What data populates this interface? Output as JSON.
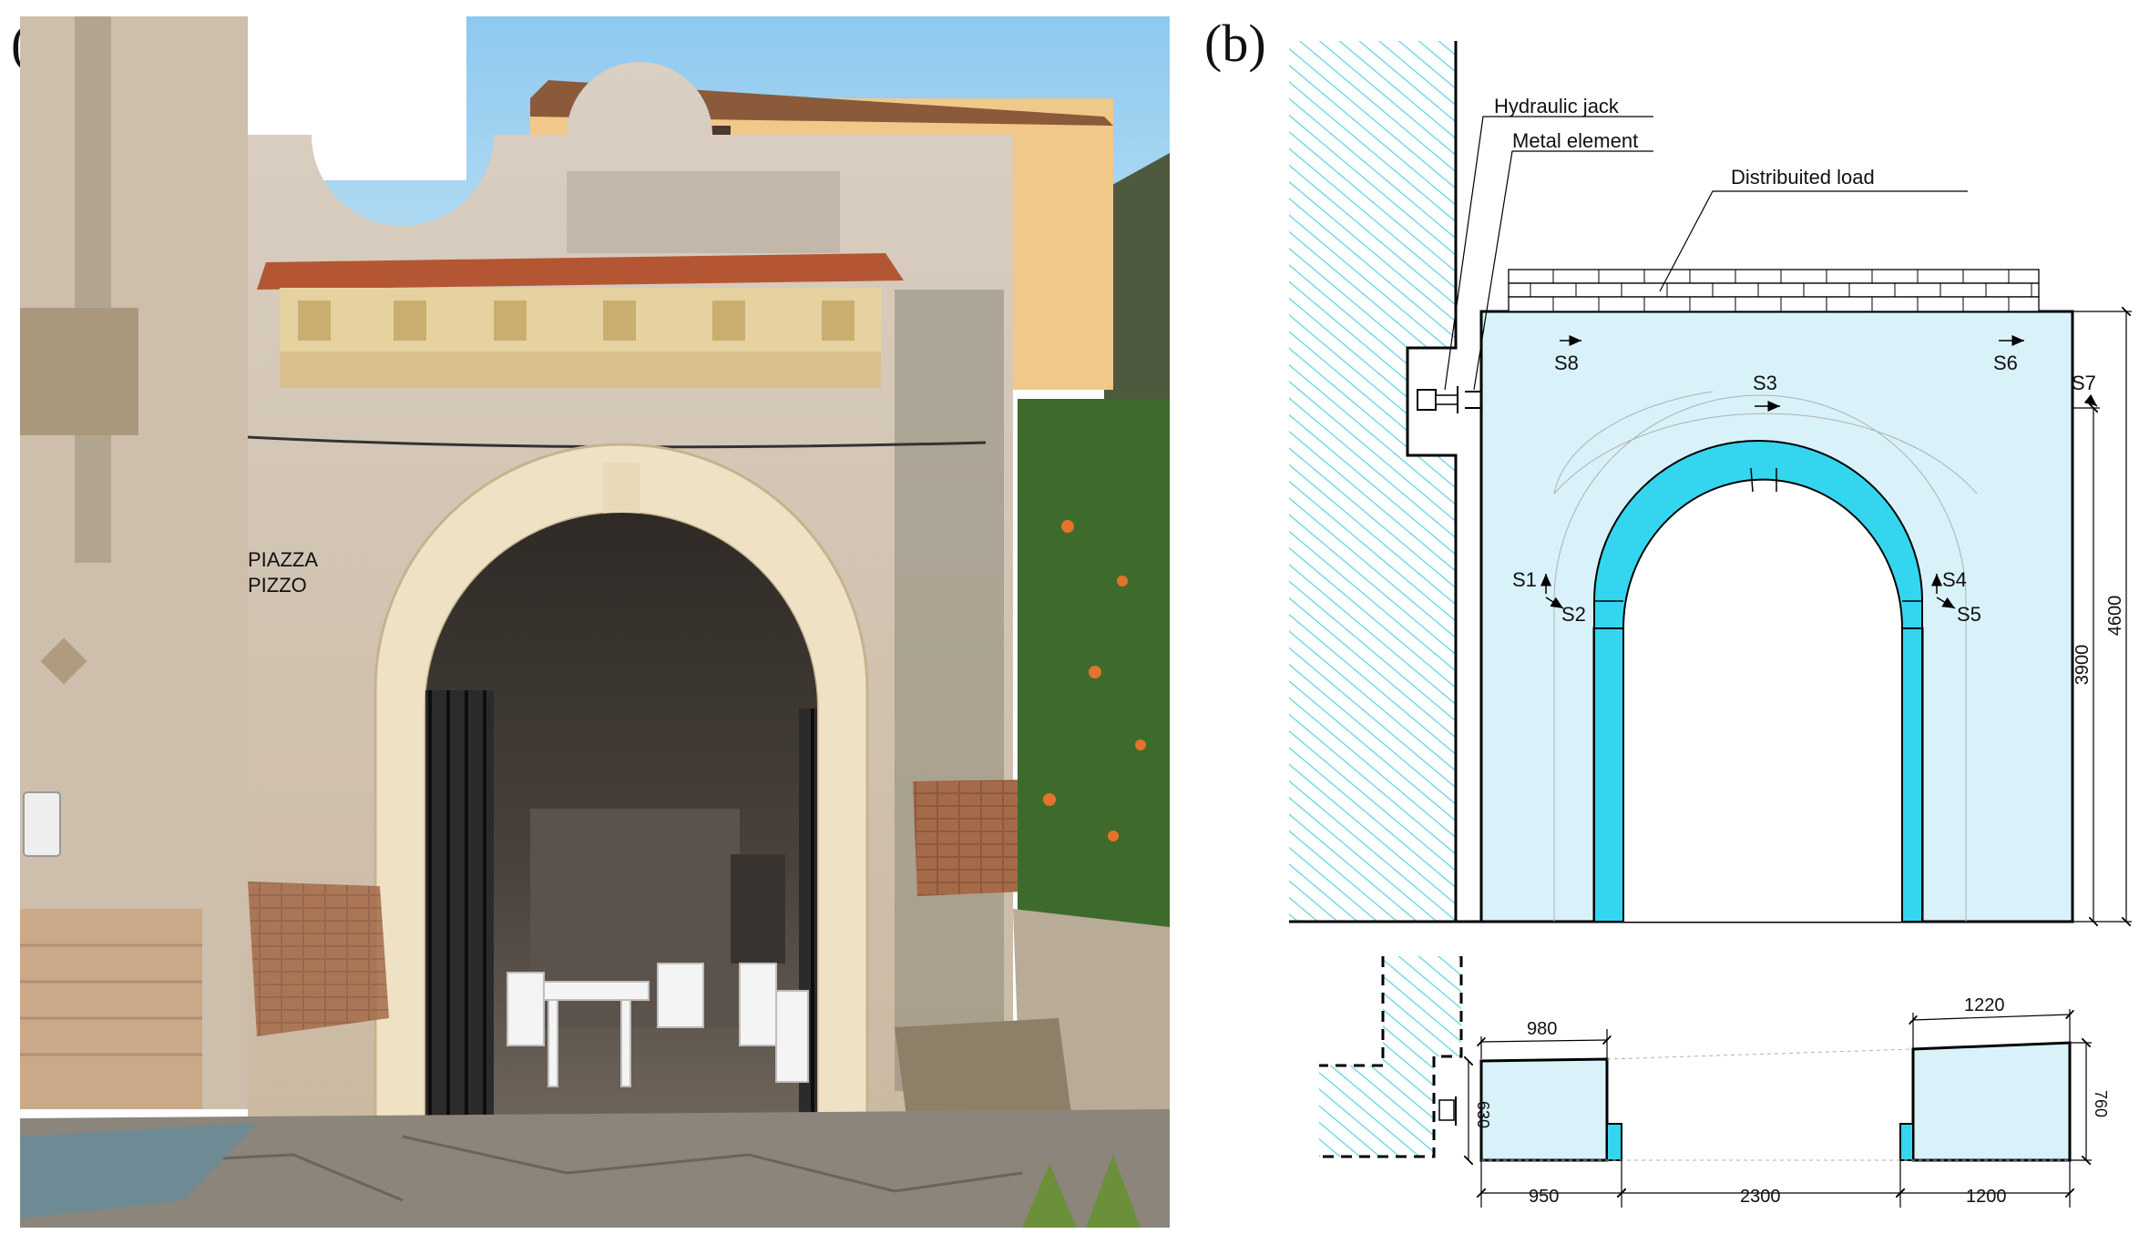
{
  "panels": {
    "a": {
      "letter": "(a)",
      "plaque_line1": "PIAZZA",
      "plaque_line2": "PIZZO"
    },
    "b": {
      "letter": "(b)"
    }
  },
  "labels": {
    "hydraulic_jack": "Hydraulic jack",
    "metal_element": "Metal element",
    "distributed_load": "Distribuited load"
  },
  "sensors": {
    "s1": "S1",
    "s2": "S2",
    "s3": "S3",
    "s4": "S4",
    "s5": "S5",
    "s6": "S6",
    "s7": "S7",
    "s8": "S8"
  },
  "dimensions": {
    "height_total": "4600",
    "height_springing": "3900",
    "pier_left_top": "980",
    "pier_right_top": "1220",
    "pier_left_depth": "630",
    "pier_right_depth": "760",
    "pier_left_bottom": "950",
    "span": "2300",
    "pier_right_bottom": "1200"
  },
  "colors": {
    "fill": "#d9f2fa",
    "arch": "#33d6ee",
    "hatch": "#5fd3e3",
    "ink": "#000000"
  }
}
